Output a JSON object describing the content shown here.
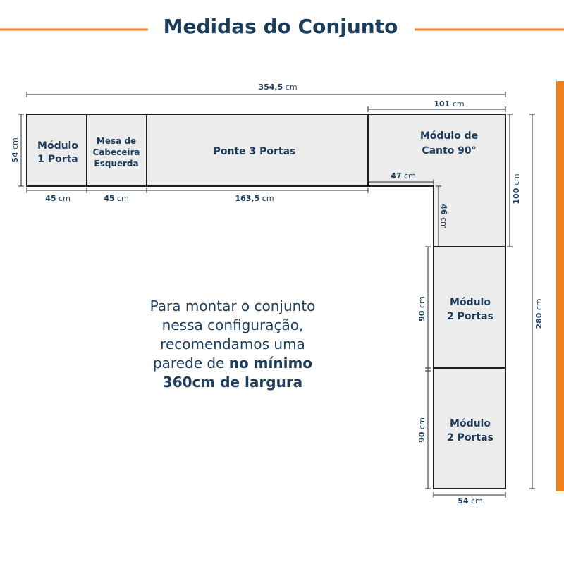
{
  "header": {
    "title": "Medidas do Conjunto",
    "accent_color": "#f07f1e",
    "text_color": "#1d3d5c"
  },
  "modules": {
    "m1": {
      "line1": "Módulo",
      "line2": "1 Porta"
    },
    "mesa": {
      "line1": "Mesa de",
      "line2": "Cabeceira",
      "line3": "Esquerda"
    },
    "ponte": {
      "line1": "Ponte 3 Portas"
    },
    "canto": {
      "line1": "Módulo de",
      "line2": "Canto 90°"
    },
    "m2a": {
      "line1": "Módulo",
      "line2": "2 Portas"
    },
    "m2b": {
      "line1": "Módulo",
      "line2": "2 Portas"
    }
  },
  "dimensions": {
    "total_width": {
      "value": "354,5",
      "unit": "cm"
    },
    "depth_left": {
      "value": "54",
      "unit": "cm"
    },
    "m1_width": {
      "value": "45",
      "unit": "cm"
    },
    "mesa_width": {
      "value": "45",
      "unit": "cm"
    },
    "ponte_width": {
      "value": "163,5",
      "unit": "cm"
    },
    "canto_width": {
      "value": "101",
      "unit": "cm"
    },
    "canto_inner_width": {
      "value": "47",
      "unit": "cm"
    },
    "canto_inner_depth": {
      "value": "46",
      "unit": "cm"
    },
    "canto_height": {
      "value": "100",
      "unit": "cm"
    },
    "total_height": {
      "value": "280",
      "unit": "cm"
    },
    "m2a_height": {
      "value": "90",
      "unit": "cm"
    },
    "m2b_height": {
      "value": "90",
      "unit": "cm"
    },
    "bottom_width": {
      "value": "54",
      "unit": "cm"
    }
  },
  "note": {
    "line1": "Para montar o conjunto",
    "line2": "nessa configuração,",
    "line3": "recomendamos uma",
    "line4_pre": "parede de ",
    "line4_bold": "no mínimo",
    "line5_bold": "360cm de largura"
  }
}
